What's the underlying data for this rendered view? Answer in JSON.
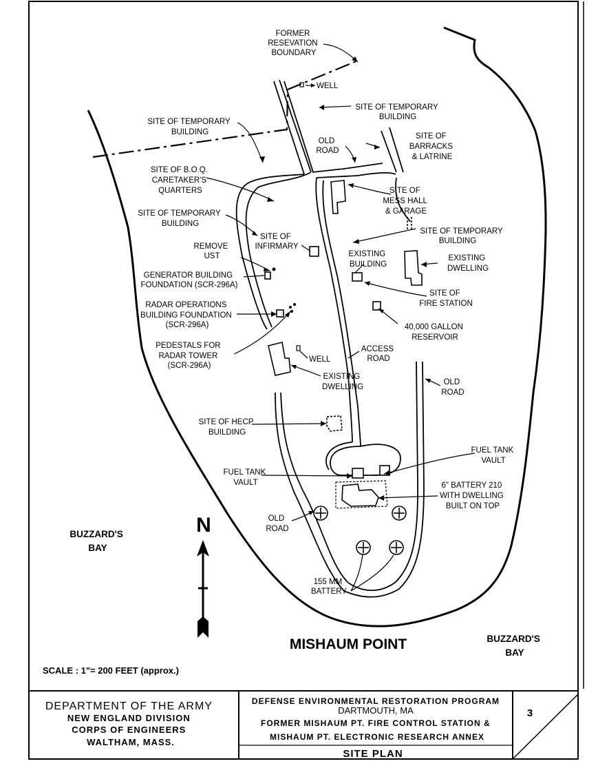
{
  "map": {
    "labels": {
      "former_boundary": [
        "FORMER",
        "RESEVATION",
        "BOUNDARY"
      ],
      "well_top": "WELL",
      "temp_bldg_top": [
        "SITE OF TEMPORARY",
        "BUILDING"
      ],
      "temp_bldg_left": [
        "SITE OF TEMPORARY",
        "BUILDING"
      ],
      "old_road_top": [
        "OLD",
        "ROAD"
      ],
      "barracks": [
        "SITE OF",
        "BARRACKS",
        "& LATRINE"
      ],
      "boq": [
        "SITE OF B.O.Q.",
        "CARETAKER'S",
        "QUARTERS"
      ],
      "mess_hall": [
        "SITE OF",
        "MESS HALL",
        "& GARAGE"
      ],
      "temp_bldg_mid_left": [
        "SITE OF TEMPORARY",
        "BUILDING"
      ],
      "temp_bldg_mid_right": [
        "SITE OF TEMPORARY",
        "BUILDING"
      ],
      "infirmary": [
        "SITE OF",
        "INFIRMARY"
      ],
      "remove_ust": [
        "REMOVE",
        "UST"
      ],
      "existing_building": [
        "EXISTING",
        "BUILDING"
      ],
      "existing_dwelling_right": [
        "EXISTING",
        "DWELLING"
      ],
      "generator": [
        "GENERATOR BUILDING",
        "FOUNDATION (SCR-296A)"
      ],
      "fire_station": [
        "SITE OF",
        "FIRE STATION"
      ],
      "radar_ops": [
        "RADAR OPERATIONS",
        "BUILDING FOUNDATION",
        "(SCR-296A)"
      ],
      "reservoir": [
        "40,000 GALLON",
        "RESERVOIR"
      ],
      "pedestals": [
        "PEDESTALS FOR",
        "RADAR TOWER",
        "(SCR-296A)"
      ],
      "well_mid": "WELL",
      "access_road": [
        "ACCESS",
        "ROAD"
      ],
      "existing_dwelling_mid": [
        "EXISTING",
        "DWELLING"
      ],
      "old_road_right": [
        "OLD",
        "ROAD"
      ],
      "hecp": [
        "SITE OF HECP",
        "BUILDING"
      ],
      "fuel_tank_right": [
        "FUEL TANK",
        "VAULT"
      ],
      "fuel_tank_left": [
        "FUEL TANK",
        "VAULT"
      ],
      "battery_210": [
        "6\" BATTERY 210",
        "WITH DWELLING",
        "BUILT ON TOP"
      ],
      "old_road_left": [
        "OLD",
        "ROAD"
      ],
      "buzzards_bay_left": [
        "BUZZARD'S",
        "BAY"
      ],
      "battery_155": [
        "155 MM",
        "BATTERY"
      ],
      "buzzards_bay_right": [
        "BUZZARD'S",
        "BAY"
      ],
      "point_name": "MISHAUM POINT",
      "north_letter": "N",
      "scale": "SCALE : 1\"= 200 FEET  (approx.)"
    }
  },
  "title_block": {
    "agency": [
      "DEPARTMENT OF THE ARMY",
      "NEW ENGLAND DIVISION",
      "CORPS OF ENGINEERS",
      "WALTHAM, MASS."
    ],
    "program": "DEFENSE ENVIRONMENTAL RESTORATION PROGRAM",
    "location": "DARTMOUTH, MA",
    "project": [
      "FORMER MISHAUM PT. FIRE CONTROL STATION &",
      "MISHAUM PT. ELECTRONIC RESEARCH ANNEX"
    ],
    "sheet_title": "SITE PLAN",
    "sheet_number": "3"
  }
}
